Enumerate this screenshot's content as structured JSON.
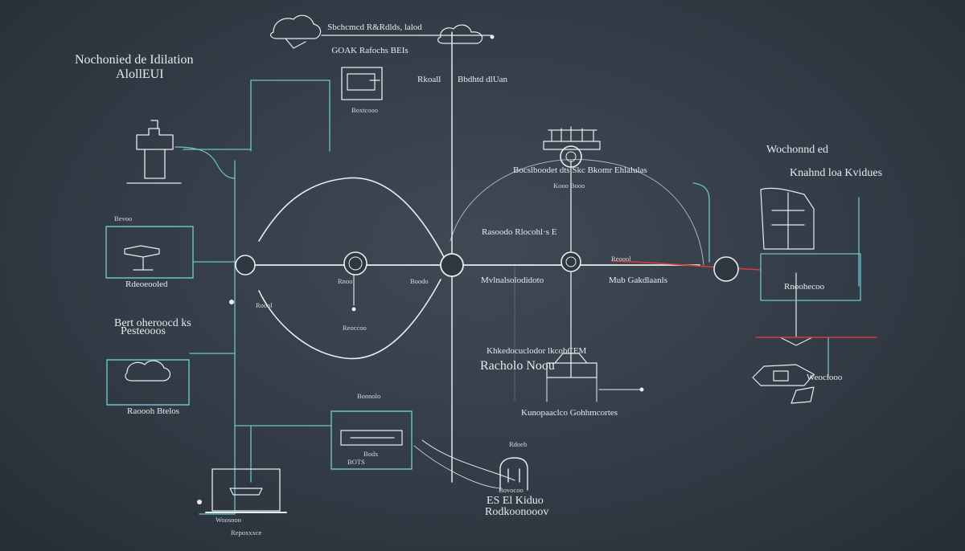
{
  "diagram": {
    "title": "Nochonied de Idilation",
    "subtitle": "AlollEUI",
    "labels": {
      "top_center": "Sbchcmcd R&Rdlds, lalod",
      "top_center_sub": "GOAK Rafochs BEIs",
      "mid_top_left": "Rkoall",
      "mid_top_right": "Bbdhtd dlUan",
      "right_title": "Wochonnd ed",
      "right_sub": "Knahnd loa Kvidues",
      "center_row": "Rasoodo Rlocohl·s E",
      "center_band": "Bocslboodet dts Skc Bkomr Ehlalulas",
      "bottom_mid_a": "Mvlnalsolodidoto",
      "bottom_mid_b": "Mub Gakdlaanls",
      "left_card1": "Rdeoeooled",
      "left_heading_1": "Bert oheroocd ks",
      "left_heading_2": "Pesteooos",
      "left_card2": "Raoooh Btelos",
      "center_low_1": "Khkedocuclodor lkcobCEM",
      "center_low_2": "Racholo Noou",
      "center_low_3": "Kunopaaclco Gohhmcortes",
      "bottom_center_1": "ES El Kiduo",
      "bottom_center_2": "Rodkoonooov",
      "right_box": "Rnoohecoo",
      "right_lower": "Weoclooo",
      "laptop_caption": "Woosooo",
      "laptop_caption_2": "Repoxxxce",
      "mid_box_caption": "Bodx",
      "mid_box_caption_2": "BOTS",
      "left_box_caption": "Boxtcooo",
      "center_small": "Roool",
      "center_small_2": "Reoool",
      "node_text_1": "Bevoo",
      "node_text_2": "Rnoo",
      "node_text_3": "Reoccoo",
      "node_text_4": "Boodo",
      "center_band_sub": "Kooo Booo",
      "mid_box_top": "Bonnolo",
      "bottom_center_top": "Rdoeb",
      "bottom_center_mid": "Bovocoo"
    }
  },
  "colors": {
    "background": "#353e48",
    "line": "#e8ecef",
    "accent_cyan": "#6cc4c9",
    "accent_red": "#d63b3b"
  },
  "icons": [
    "cloud-icon",
    "monitor-icon",
    "server-icon",
    "router-icon",
    "laptop-icon",
    "phone-icon"
  ]
}
